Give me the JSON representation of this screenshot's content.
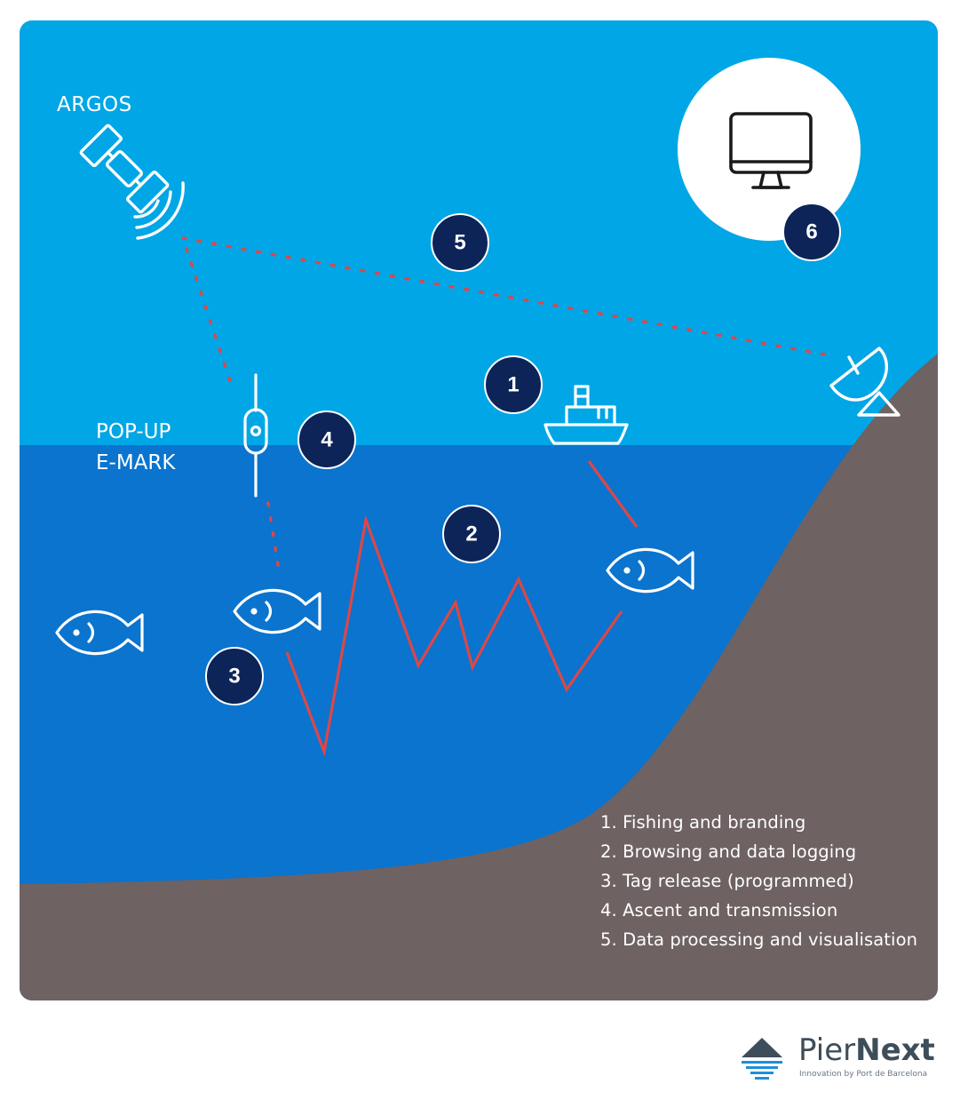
{
  "labels": {
    "argos": "ARGOS",
    "popup_line1": "POP-UP",
    "popup_line2": "E-MARK"
  },
  "markers": [
    "1",
    "2",
    "3",
    "4",
    "5",
    "6"
  ],
  "legend": [
    "1. Fishing and branding",
    "2. Browsing and data logging",
    "3. Tag release (programmed)",
    "4. Ascent and transmission",
    "5. Data processing and visualisation"
  ],
  "brand": {
    "name_light": "Pier",
    "name_bold": "Next",
    "tagline": "Innovation by Port de Barcelona"
  },
  "colors": {
    "sky": "#00a6e6",
    "sea": "#0a74cf",
    "land": "#6e6263",
    "marker": "#0d2458",
    "trail": "#dd4747"
  }
}
